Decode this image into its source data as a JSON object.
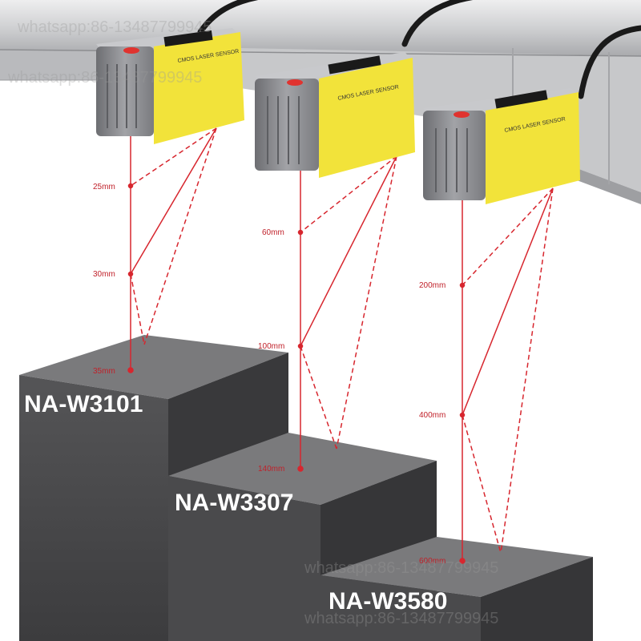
{
  "colors": {
    "laser": "#d7262e",
    "label_yellow": "#f2e33a",
    "housing": "#8e8f93",
    "step_face": "#4b4b4d",
    "rail": "#cfd0d2"
  },
  "sensors": [
    {
      "label": "CMOS LASER SENSOR",
      "distances": [
        "25mm",
        "30mm",
        "35mm"
      ],
      "model": "NA-W3101"
    },
    {
      "label": "CMOS LASER SENSOR",
      "distances": [
        "60mm",
        "100mm",
        "140mm"
      ],
      "model": "NA-W3307"
    },
    {
      "label": "CMOS LASER SENSOR",
      "distances": [
        "200mm",
        "400mm",
        "600mm"
      ],
      "model": "NA-W3580"
    }
  ],
  "watermark": "whatsapp:86-13487799945"
}
